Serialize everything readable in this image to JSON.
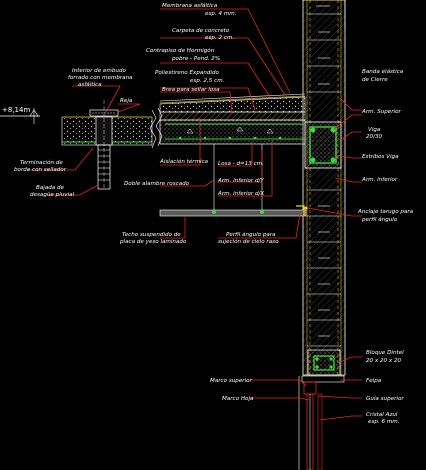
{
  "labels": {
    "membrana": "Membrana asfáltica",
    "membrana_esp": "esp. 4 mm.",
    "carpeta": "Carpeta de concreto",
    "carpeta_esp": "esp. 2 cm.",
    "contrapiso": "Contrapiso de Hormigón",
    "contrapiso2": "pobre - Pend. 2%",
    "poliestireno": "Poliestireno Expandido",
    "poliestireno_esp": "esp. 2,5 cm.",
    "brea": "Brea para sellar losa",
    "interior_embudo": "Interior de embudo",
    "interior_embudo2": "forrado con membrana",
    "interior_embudo3": "asfáltica",
    "reja": "Reja",
    "nivel": "+8,14m",
    "terminacion": "Terminación de",
    "terminacion2": "borde con sellador",
    "bajada": "Bajada de",
    "bajada2": "desagüe pluvial",
    "aislacion": "Aislación térmica",
    "doble_alambre": "Doble alambre roscado",
    "losa": "Losa - d=13 cm.",
    "arm_y": "Arm. inferior d/Y",
    "arm_x": "Arm. inferior d/X",
    "techo": "Techo suspendido de",
    "techo2": "placa de yeso laminado",
    "perfil": "Perfil ángulo para",
    "perfil2": "sujeción de cielo raso",
    "banda": "Banda elástica",
    "banda2": "de Cierre",
    "arm_sup": "Arm. Superior",
    "viga": "Viga",
    "viga2": "20/30",
    "estribos": "Estribos Viga",
    "arm_inf": "Arm. inferior",
    "anclaje": "Anclaje tarugo para",
    "anclaje2": "perfil ángulo",
    "bloque": "Bloque Dintel",
    "bloque2": "20 x 20 x 20",
    "marco_superior": "Marco superior",
    "marco_hoja": "Marco Hoja",
    "felpa": "Felpa",
    "guia": "Guía superior",
    "cristal": "Cristal Azul",
    "cristal2": "esp. 6 mm."
  },
  "colors": {
    "background": "#000000",
    "leader": "#e8251c",
    "rebar": "#3fd83a",
    "wall_hatch": "#ffd200",
    "concrete": "#d8d8d8"
  }
}
